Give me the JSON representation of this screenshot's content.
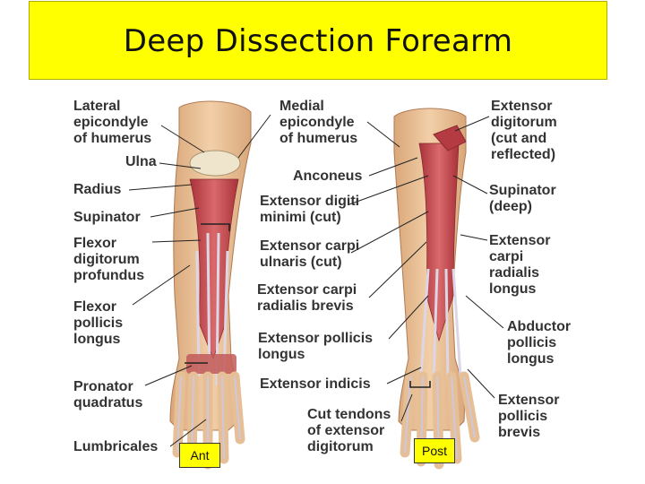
{
  "title": "Deep Dissection Forearm",
  "view_labels": {
    "anterior": "Ant",
    "posterior": "Post"
  },
  "anterior_labels": {
    "lateral_epicondyle": "Lateral\nepicondyle\nof humerus",
    "ulna": "Ulna",
    "radius": "Radius",
    "supinator": "Supinator",
    "flexor_digitorum_profundus": "Flexor\ndigitorum\nprofundus",
    "flexor_pollicis_longus": "Flexor\npollicis\nlongus",
    "pronator_quadratus": "Pronator\nquadratus",
    "lumbricales": "Lumbricales",
    "medial_epicondyle": "Medial\nepicondyle\nof humerus"
  },
  "posterior_labels": {
    "anconeus": "Anconeus",
    "extensor_digiti_minimi": "Extensor digiti\nminimi (cut)",
    "extensor_carpi_ulnaris": "Extensor carpi\nulnaris (cut)",
    "extensor_carpi_radialis_brevis": "Extensor carpi\nradialis brevis",
    "extensor_pollicis_longus": "Extensor pollicis\nlongus",
    "extensor_indicis": "Extensor indicis",
    "cut_tendons": "Cut tendons\nof extensor\ndigitorum",
    "extensor_digitorum": "Extensor\ndigitorum\n(cut and\nreflected)",
    "supinator_deep": "Supinator\n(deep)",
    "extensor_carpi_radialis_longus": "Extensor\ncarpi\nradialis\nlongus",
    "abductor_pollicis_longus": "Abductor\npollicis\nlongus",
    "extensor_pollicis_brevis": "Extensor\npollicis\nbrevis"
  },
  "colors": {
    "title_bg": "#ffff00",
    "skin": "#e9c39a",
    "muscle": "#c8464a",
    "tendon": "#dcd6e6",
    "bone": "#efe4cc"
  }
}
